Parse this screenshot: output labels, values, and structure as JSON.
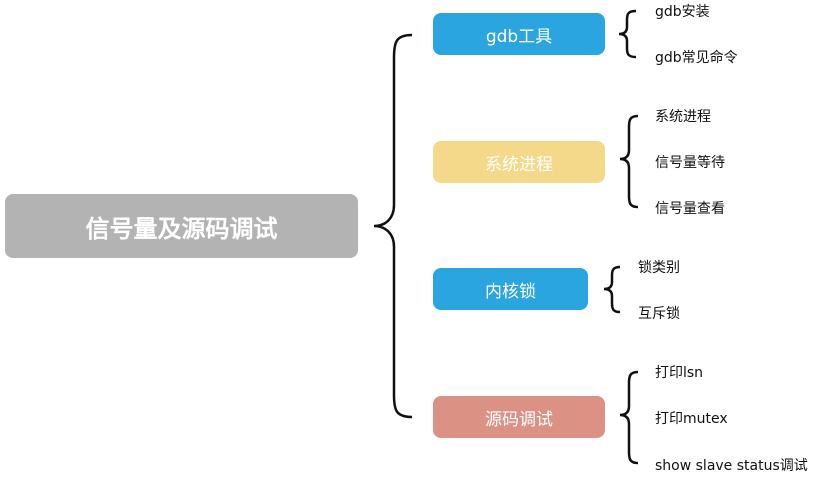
{
  "root": {
    "label": "信号量及源码调试",
    "color": "#b3b3b3"
  },
  "branches": [
    {
      "label": "gdb工具",
      "color": "#2aa5df",
      "leaves": [
        "gdb安装",
        "gdb常见命令"
      ]
    },
    {
      "label": "系统进程",
      "color": "#f5d98a",
      "leaves": [
        "系统进程",
        "信号量等待",
        "信号量查看"
      ]
    },
    {
      "label": "内核锁",
      "color": "#2aa5df",
      "leaves": [
        "锁类别",
        "互斥锁"
      ]
    },
    {
      "label": "源码调试",
      "color": "#db9284",
      "leaves": [
        "打印lsn",
        "打印mutex",
        "show slave status调试"
      ]
    }
  ]
}
